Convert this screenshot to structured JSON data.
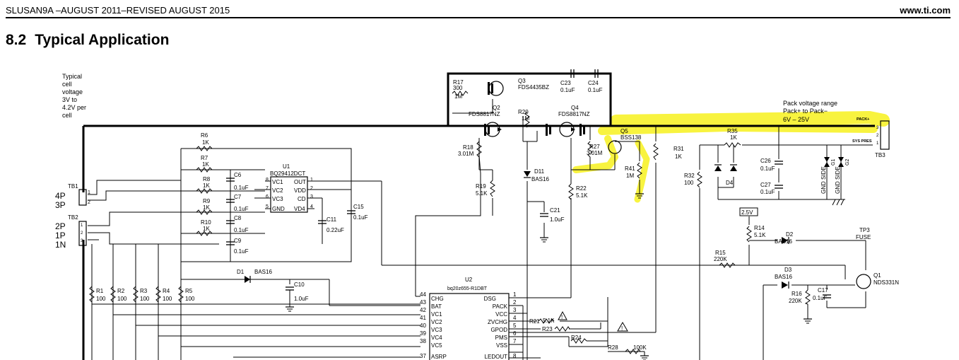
{
  "header": {
    "left": "SLUSAN9A –AUGUST 2011–REVISED AUGUST 2015",
    "right": "www.ti.com"
  },
  "section": {
    "number": "8.2",
    "title": "Typical Application"
  },
  "notes": {
    "cell_voltage": [
      "Typical",
      "cell",
      "voltage",
      "3V to",
      "4.2V per",
      "cell"
    ],
    "pack_range": [
      "Pack voltage range",
      "Pack+ to Pack−",
      "6V – 25V"
    ]
  },
  "connectors": {
    "tb1": {
      "ref": "TB1",
      "labels": [
        "4P",
        "3P"
      ],
      "pins": [
        "1",
        "2"
      ]
    },
    "tb2": {
      "ref": "TB2",
      "labels": [
        "2P",
        "1P",
        "1N"
      ],
      "pins": [
        "1",
        "2",
        "3"
      ]
    },
    "tb3": {
      "ref": "TB3",
      "signals": [
        "PACK+",
        "SYS PRES"
      ],
      "pins": [
        "3",
        "2",
        "1"
      ]
    }
  },
  "u1": {
    "ref": "U1",
    "part": "BQ29412DCT",
    "left_pins": [
      {
        "num": "8",
        "name": "VC1"
      },
      {
        "num": "7",
        "name": "VC2"
      },
      {
        "num": "6",
        "name": "VC3"
      },
      {
        "num": "5",
        "name": "GND"
      }
    ],
    "right_pins": [
      {
        "num": "1",
        "name": "OUT"
      },
      {
        "num": "2",
        "name": "VDD"
      },
      {
        "num": "3",
        "name": "CD"
      },
      {
        "num": "4",
        "name": "VD4"
      }
    ]
  },
  "u2": {
    "ref": "U2",
    "part": "bq20z655-R1DBT",
    "left_pins": [
      {
        "num": "44",
        "name": "CHG"
      },
      {
        "num": "43",
        "name": "BAT"
      },
      {
        "num": "42",
        "name": "VC1"
      },
      {
        "num": "41",
        "name": "VC2"
      },
      {
        "num": "40",
        "name": "VC3"
      },
      {
        "num": "39",
        "name": "VC4"
      },
      {
        "num": "38",
        "name": "VC5"
      },
      {
        "num": "37",
        "name": "ASRP"
      }
    ],
    "right_pins": [
      {
        "num": "1",
        "name": "DSG"
      },
      {
        "num": "2",
        "name": "PACK"
      },
      {
        "num": "3",
        "name": "VCC"
      },
      {
        "num": "4",
        "name": "ZVCHG"
      },
      {
        "num": "5",
        "name": "GPOD"
      },
      {
        "num": "6",
        "name": "PMS"
      },
      {
        "num": "7",
        "name": "VSS"
      },
      {
        "num": "8",
        "name": "LEDOUT"
      }
    ]
  },
  "fets": {
    "q1": {
      "ref": "Q1",
      "part": "NDS331N"
    },
    "q2": {
      "ref": "Q2",
      "part": "FDS8817NZ"
    },
    "q3": {
      "ref": "Q3",
      "part": "FDS4435BZ"
    },
    "q4": {
      "ref": "Q4",
      "part": "FDS8817NZ"
    },
    "q5": {
      "ref": "Q5",
      "part": "BSS138"
    }
  },
  "diodes": {
    "d1": {
      "ref": "D1",
      "part": "BAS16"
    },
    "d2": {
      "ref": "D2",
      "part": "BAS16"
    },
    "d3": {
      "ref": "D3",
      "part": "BAS16"
    },
    "d4": {
      "ref": "D4"
    },
    "d11": {
      "ref": "D11",
      "part": "BAS16"
    }
  },
  "resistors": {
    "r1": {
      "ref": "R1",
      "val": "100"
    },
    "r2": {
      "ref": "R2",
      "val": "100"
    },
    "r3": {
      "ref": "R3",
      "val": "100"
    },
    "r4": {
      "ref": "R4",
      "val": "100"
    },
    "r5": {
      "ref": "R5",
      "val": "100"
    },
    "r6": {
      "ref": "R6",
      "val": "1K"
    },
    "r7": {
      "ref": "R7",
      "val": "1K"
    },
    "r8": {
      "ref": "R8",
      "val": "1K"
    },
    "r9": {
      "ref": "R9",
      "val": "1K"
    },
    "r10": {
      "ref": "R10",
      "val": "1K"
    },
    "r14": {
      "ref": "R14",
      "val": "5.1K"
    },
    "r15": {
      "ref": "R15",
      "val": "220K"
    },
    "r16": {
      "ref": "R16",
      "val": "220K"
    },
    "r17": {
      "ref": "R17",
      "val": "300"
    },
    "r17b": {
      "val": "1M"
    },
    "r18": {
      "ref": "R18",
      "val": "3.01M"
    },
    "r19": {
      "ref": "R19",
      "val": "5.1K"
    },
    "r20": {
      "ref": "R20",
      "val": "1M"
    },
    "r21": {
      "ref": "R21",
      "val": "5.1K"
    },
    "r22": {
      "ref": "R22",
      "val": "5.1K"
    },
    "r23": {
      "ref": "R23"
    },
    "r24": {
      "ref": "R24"
    },
    "r27": {
      "ref": "R27",
      "val": "3.01M"
    },
    "r28": {
      "ref": "R28",
      "val": "100K"
    },
    "r31": {
      "ref": "R31",
      "val": "1K"
    },
    "r32": {
      "ref": "R32",
      "val": "100"
    },
    "r35": {
      "ref": "R35",
      "val": "1K"
    },
    "r41": {
      "ref": "R41",
      "val": "1M"
    }
  },
  "capacitors": {
    "c6": {
      "ref": "C6",
      "val": "0.1uF"
    },
    "c7": {
      "ref": "C7",
      "val": "0.1uF"
    },
    "c8": {
      "ref": "C8",
      "val": "0.1uF"
    },
    "c9": {
      "ref": "C9",
      "val": "0.1uF"
    },
    "c10": {
      "ref": "C10",
      "val": "1.0uF"
    },
    "c11": {
      "ref": "C11",
      "val": "0.22uF"
    },
    "c15": {
      "ref": "C15",
      "val": "0.1uF"
    },
    "c17": {
      "ref": "C17",
      "val": "0.1uF"
    },
    "c21": {
      "ref": "C21",
      "val": "1.0uF"
    },
    "c23": {
      "ref": "C23",
      "val": "0.1uF"
    },
    "c24": {
      "ref": "C24",
      "val": "0.1uF"
    },
    "c26": {
      "ref": "C26",
      "val": "0.1uF"
    },
    "c27": {
      "ref": "C27",
      "val": "0.1uF"
    }
  },
  "misc": {
    "rail": "2.5V",
    "tp3": "TP3",
    "fuse": "FUSE",
    "gnd_side": "GND SIDE",
    "g1": "G1",
    "g2": "G2",
    "warn": "!"
  },
  "colors": {
    "highlight": "#f7f21e",
    "ink": "#000000"
  }
}
